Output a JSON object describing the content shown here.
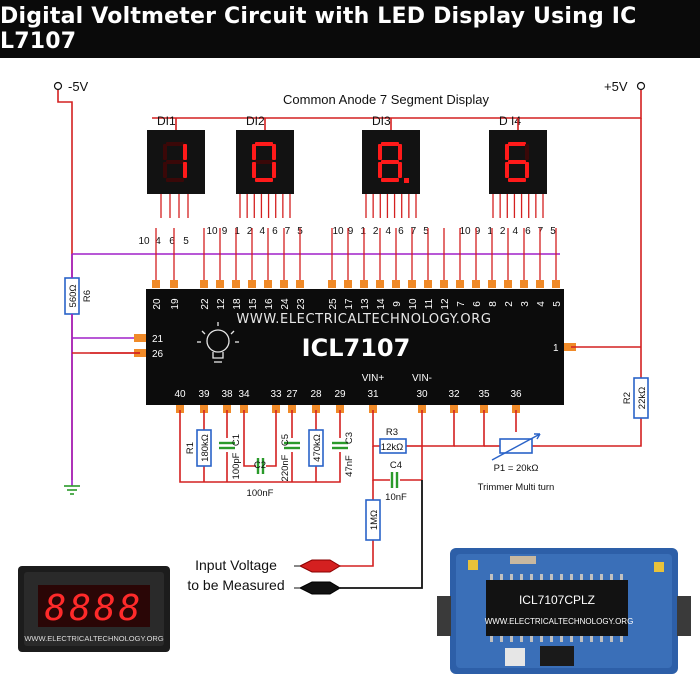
{
  "title": "Digital Voltmeter Circuit with LED Display Using IC L7107",
  "labels": {
    "neg_supply": "-5V",
    "pos_supply": "+5V",
    "display_caption": "Common Anode 7 Segment Display",
    "watermark": "WWW.ELECTRICALTECHNOLOGY.ORG",
    "ic_name": "ICL7107",
    "input_line1": "Input Voltage",
    "input_line2": "to be Measured",
    "trimmer_name": "P1 = 20kΩ",
    "trimmer_desc": "Trimmer Multi turn",
    "photo_meter_caption": "WWW.ELECTRICALTECHNOLOGY.ORG",
    "photo_meter_reading": "8888",
    "board_chip": "ICL7107CPLZ",
    "board_watermark": "WWW.ELECTRICALTECHNOLOGY.ORG"
  },
  "displays": [
    {
      "name": "DI1",
      "digit": "1",
      "pins": [
        "10",
        "4",
        "6",
        "5"
      ]
    },
    {
      "name": "DI2",
      "digit": "0",
      "pins": [
        "10",
        "9",
        "1",
        "2",
        "4",
        "6",
        "7",
        "5"
      ]
    },
    {
      "name": "DI3",
      "digit": "8.",
      "pins": [
        "10",
        "9",
        "1",
        "2",
        "4",
        "6",
        "7",
        "5"
      ]
    },
    {
      "name": "D I4",
      "digit": "6",
      "pins": [
        "10",
        "9",
        "1",
        "2",
        "4",
        "6",
        "7",
        "5"
      ]
    }
  ],
  "ic_top_pins": [
    "20",
    "19",
    "22",
    "12",
    "18",
    "15",
    "16",
    "24",
    "23",
    "25",
    "17",
    "13",
    "14",
    "9",
    "10",
    "11",
    "12",
    "7",
    "6",
    "8",
    "2",
    "3",
    "4",
    "5"
  ],
  "ic_bottom_pins": [
    "40",
    "39",
    "38",
    "34",
    "33",
    "27",
    "28",
    "29",
    "31",
    "30",
    "32",
    "35",
    "36"
  ],
  "ic_left_pins": [
    "21",
    "26"
  ],
  "ic_right_pins": [
    "1"
  ],
  "ic_bottom_labels": {
    "vin_plus": "VIN+",
    "vin_minus": "VIN-"
  },
  "components": {
    "R1": {
      "ref": "R1",
      "value": "180kΩ"
    },
    "R2": {
      "ref": "R2",
      "value": "22kΩ"
    },
    "R3": {
      "ref": "R3",
      "value": "12kΩ"
    },
    "R4": {
      "value": "1MΩ"
    },
    "R6": {
      "ref": "R6",
      "value": "560Ω"
    },
    "R5": {
      "value": "470kΩ"
    },
    "C1": {
      "ref": "C1",
      "value": "100pF"
    },
    "C2": {
      "ref": "C2",
      "value": "100nF"
    },
    "C3": {
      "ref": "C3",
      "value": "47nF"
    },
    "C4": {
      "ref": "C4",
      "value": "10nF"
    },
    "C5": {
      "ref": "C5",
      "value": "220nF"
    }
  },
  "colors": {
    "wire_red": "#d42020",
    "wire_purple": "#a020c8",
    "wire_blue": "#2a63c8",
    "wire_black": "#111111",
    "pin_orange": "#f08a28",
    "segment_on": "#ff1a1a",
    "display_body": "#121212",
    "ground_green": "#2a9a2a"
  }
}
